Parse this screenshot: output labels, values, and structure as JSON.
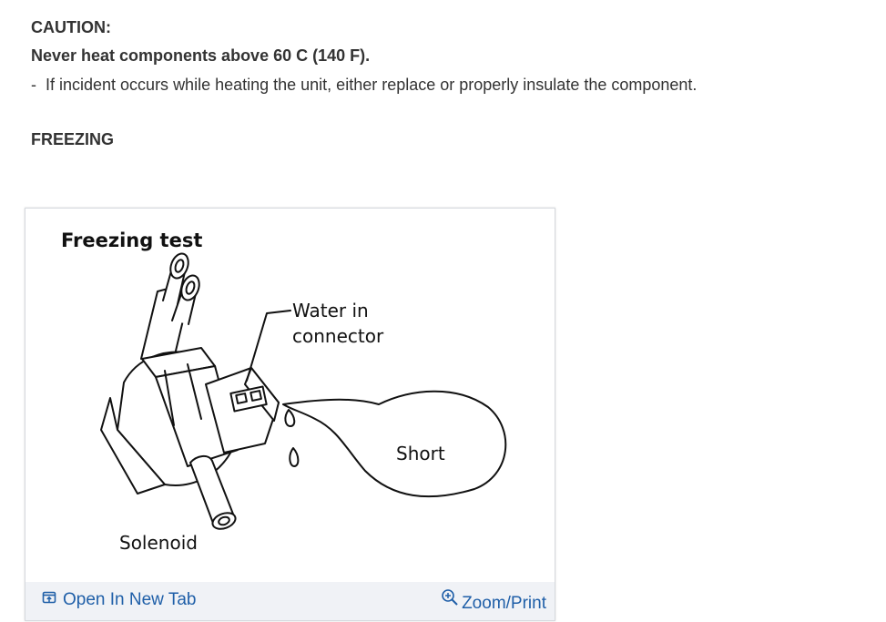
{
  "caution": {
    "title": "CAUTION:",
    "bold_line": "Never heat components above 60 C (140 F).",
    "bullet_dash": "-",
    "bullet_text": "If incident occurs while heating the unit, either replace or properly insulate the component."
  },
  "section": {
    "title": "FREEZING"
  },
  "figure": {
    "title": "Freezing test",
    "label_water_line1": "Water in",
    "label_water_line2": "connector",
    "label_short": "Short",
    "label_solenoid": "Solenoid",
    "open_tab_label": "Open In New Tab",
    "zoom_label": "Zoom/Print",
    "open_tab_icon": "open-in-new-tab-icon",
    "zoom_icon": "zoom-in-icon",
    "link_color": "#1f5fa8"
  }
}
